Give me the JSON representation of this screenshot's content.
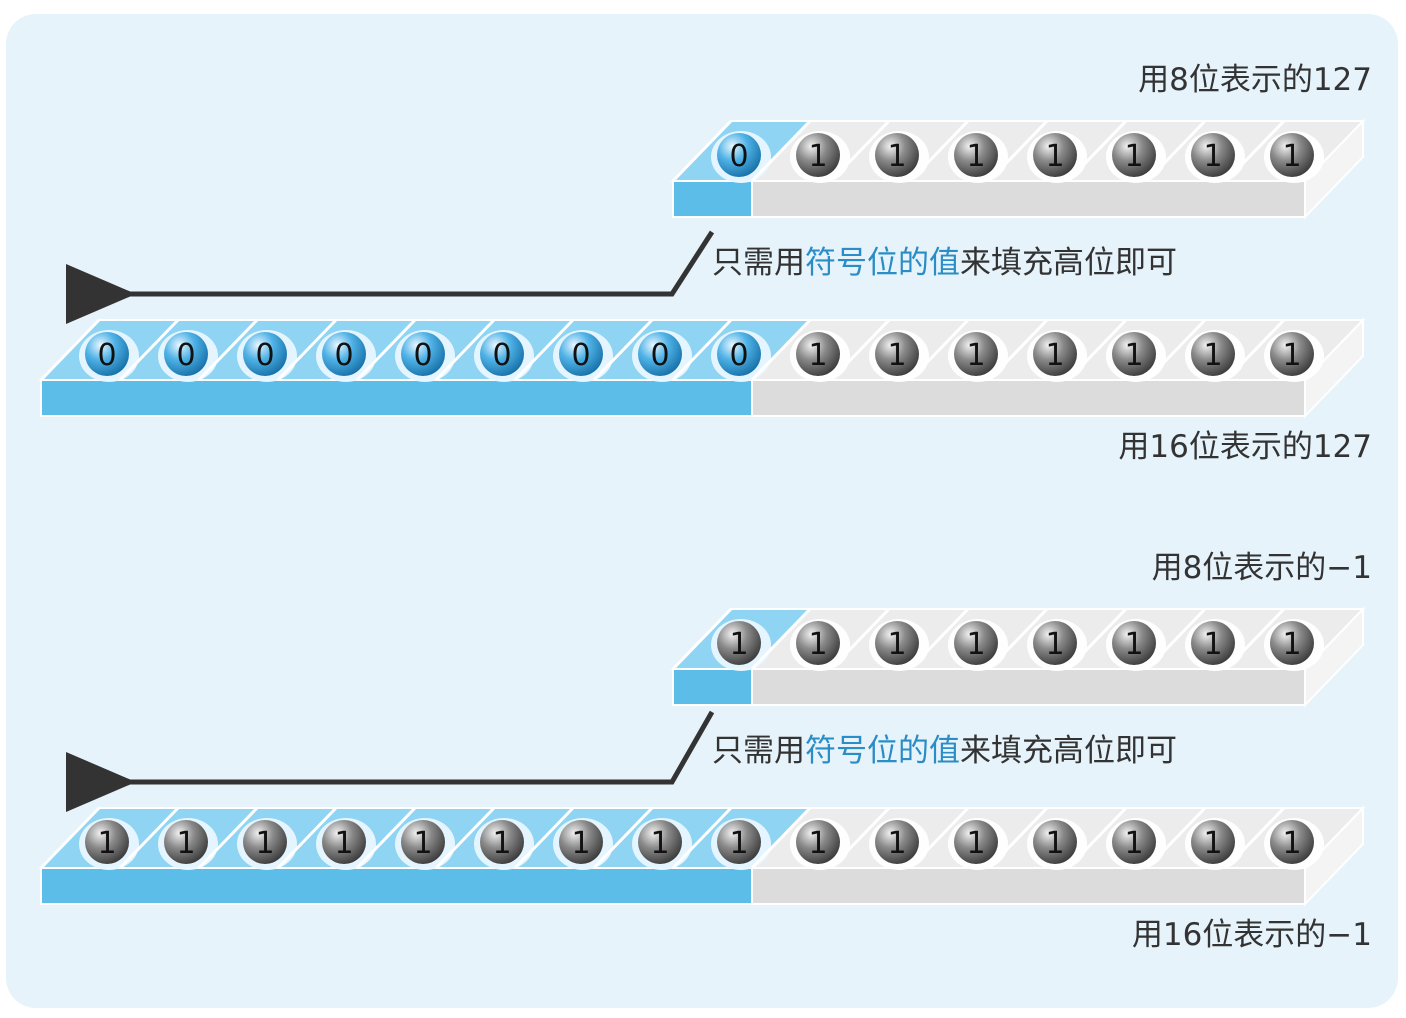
{
  "colors": {
    "background": "#e6f3fb",
    "highlight_fill": "#5cbde9",
    "highlight_face": "#8fd4f3",
    "gray_fill": "#dcdcdc",
    "gray_face": "#ececec",
    "ball_gray": "#6a6a6a",
    "ball_blue": "#3b9ed8",
    "highlight_text": "#2a8dc5",
    "arrow": "#333333"
  },
  "sections": [
    {
      "label_8bit": "用8位表示的127",
      "bits_8": [
        "0",
        "1",
        "1",
        "1",
        "1",
        "1",
        "1",
        "1"
      ],
      "note": {
        "before": "只需用",
        "highlight": "符号位的值",
        "after": "来填充高位即可"
      },
      "label_16bit": "用16位表示的127",
      "bits_16": [
        "0",
        "0",
        "0",
        "0",
        "0",
        "0",
        "0",
        "0",
        "0",
        "1",
        "1",
        "1",
        "1",
        "1",
        "1",
        "1"
      ],
      "sign_ball": "blue"
    },
    {
      "label_8bit": "用8位表示的−1",
      "bits_8": [
        "1",
        "1",
        "1",
        "1",
        "1",
        "1",
        "1",
        "1"
      ],
      "note": {
        "before": "只需用",
        "highlight": "符号位的值",
        "after": "来填充高位即可"
      },
      "label_16bit": "用16位表示的−1",
      "bits_16": [
        "1",
        "1",
        "1",
        "1",
        "1",
        "1",
        "1",
        "1",
        "1",
        "1",
        "1",
        "1",
        "1",
        "1",
        "1",
        "1"
      ],
      "sign_ball": "gray"
    }
  ]
}
